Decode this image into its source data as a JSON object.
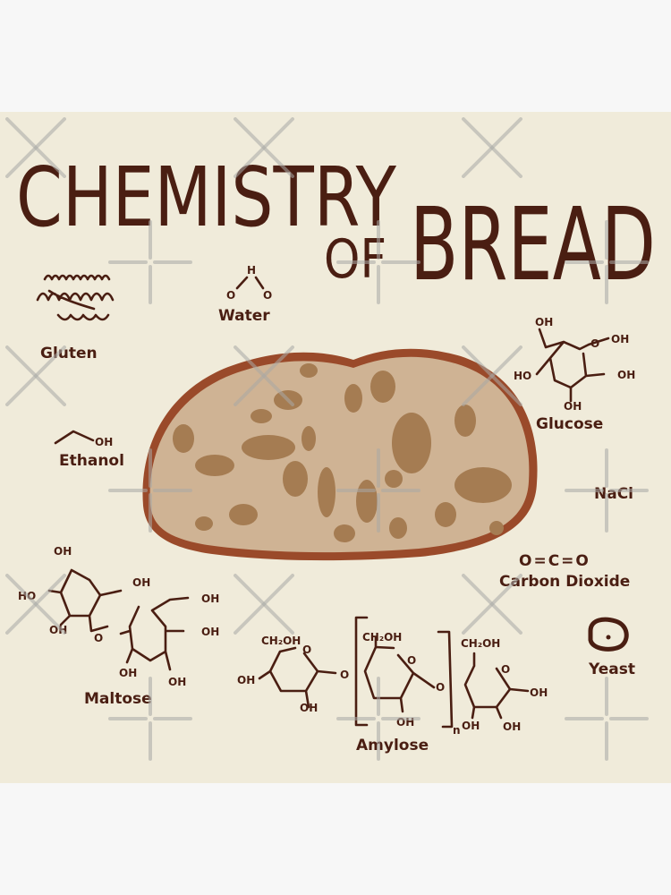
{
  "title": {
    "line1": "CHEMISTRY",
    "line2_small": "OF",
    "line2_big": "BREAD"
  },
  "colors": {
    "background": "#f0ebda",
    "ink": "#4a1e12",
    "crust": "#9a4a2a",
    "crumb": "#cfb394",
    "hole": "#a57c52",
    "page": "#f7f7f7"
  },
  "molecules": {
    "gluten": {
      "label": "Gluten"
    },
    "water": {
      "label": "Water",
      "atoms": [
        "H",
        "O",
        "O"
      ]
    },
    "glucose": {
      "label": "Glucose",
      "atoms": [
        "OH",
        "OH",
        "HO",
        "OH",
        "OH"
      ]
    },
    "ethanol": {
      "label": "Ethanol",
      "atoms": [
        "OH"
      ]
    },
    "nacl": {
      "label": "NaCl"
    },
    "carbon_dioxide": {
      "label": "Carbon Dioxide",
      "formula": "O=C=O"
    },
    "maltose": {
      "label": "Maltose",
      "atoms": [
        "OH",
        "OH",
        "HO",
        "OH",
        "O",
        "OH",
        "OH",
        "OH",
        "OH"
      ]
    },
    "amylose": {
      "label": "Amylose",
      "atoms": [
        "CH₂OH",
        "OH",
        "OH",
        "O",
        "CH₂OH",
        "OH",
        "O",
        "CH₂OH",
        "OH",
        "OH",
        "OH",
        "n"
      ]
    },
    "yeast": {
      "label": "Yeast"
    }
  }
}
